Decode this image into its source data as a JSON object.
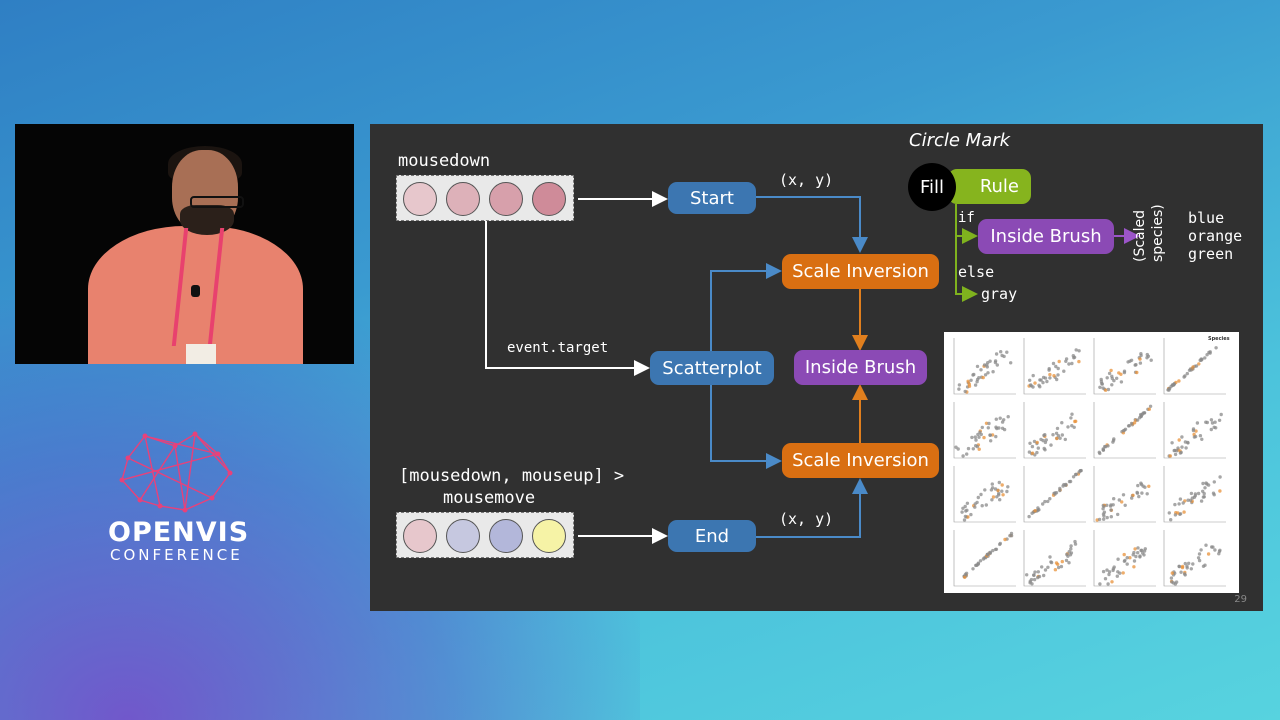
{
  "slide": {
    "mousedown_label": "mousedown",
    "drag_label_line1": "[mousedown, mouseup] >",
    "drag_label_line2": "mousemove",
    "xy_top": "(x, y)",
    "xy_bottom": "(x, y)",
    "event_target": "event.target",
    "start": "Start",
    "end": "End",
    "scatterplot": "Scatterplot",
    "scale_inversion_top": "Scale Inversion",
    "scale_inversion_bottom": "Scale Inversion",
    "inside_brush_center": "Inside Brush",
    "circle_mark_title": "Circle Mark",
    "fill": "Fill",
    "rule": "Rule",
    "if_label": "if",
    "inside_brush_rule": "Inside Brush",
    "else_label": "else",
    "gray_value": "gray",
    "scaled_species": "(Scaled species)",
    "color_values": [
      "blue",
      "orange",
      "green"
    ],
    "page_number": "29",
    "legend_title": "Species"
  },
  "logo": {
    "name": "OPENVIS",
    "subtitle": "CONFERENCE"
  },
  "colors": {
    "node_blue": "#3c76b1",
    "node_orange": "#d96f12",
    "node_purple": "#8b4ab5",
    "rule_green": "#86b41e",
    "arrow_blue": "#4a8ac8",
    "arrow_orange": "#e07f1e",
    "arrow_purple": "#9b55c9",
    "arrow_green": "#7fb21e"
  }
}
